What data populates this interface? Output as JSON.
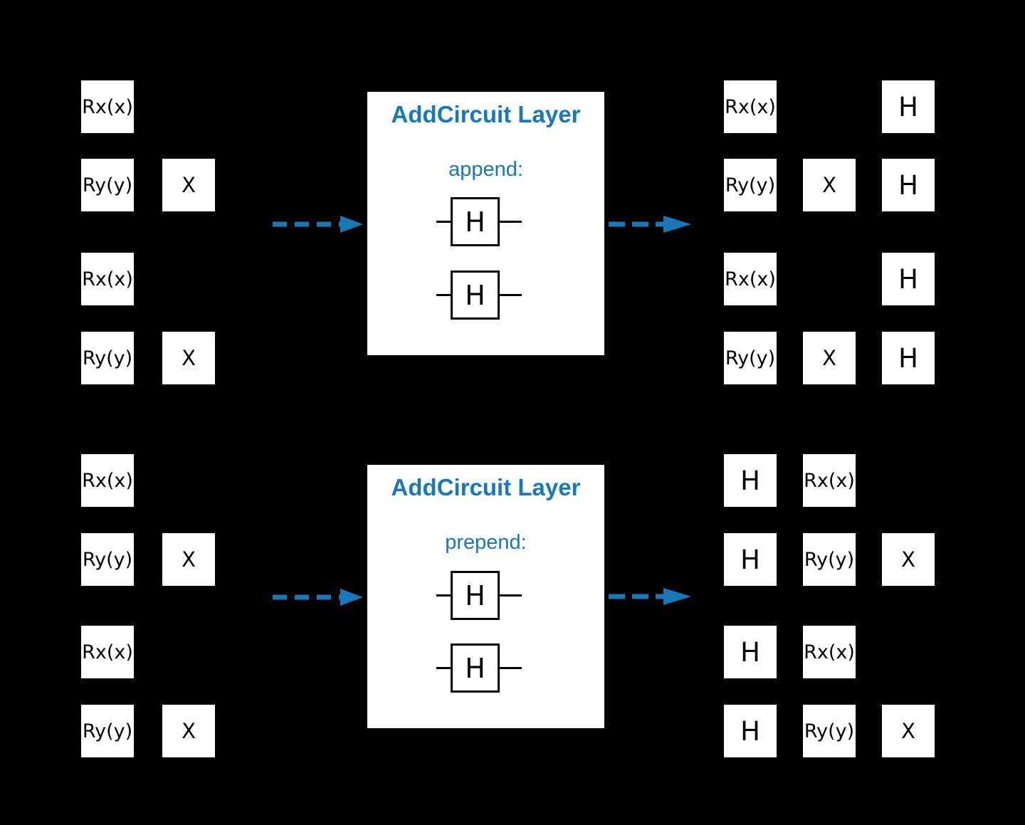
{
  "colors": {
    "background": "#000000",
    "accent": "#1878b8",
    "panel_fill": "#ffffff",
    "gate_fill": "#ffffff",
    "gate_text": "#000000",
    "wire": "#000000"
  },
  "icons": {
    "flow_arrow": "dashed-right-arrow"
  },
  "flows": [
    {
      "name": "append-flow",
      "input": {
        "rows": [
          {
            "cells": [
              {
                "label": "Rx(x)"
              }
            ]
          },
          {
            "cells": [
              {
                "label": "Ry(y)"
              },
              {
                "label": "X"
              }
            ]
          },
          {
            "cells": [
              {
                "label": "Rx(x)"
              }
            ]
          },
          {
            "cells": [
              {
                "label": "Ry(y)"
              },
              {
                "label": "X"
              }
            ]
          }
        ]
      },
      "panel": {
        "title": "AddCircuit Layer",
        "mode": "append:",
        "gates": [
          "H",
          "H"
        ]
      },
      "output": {
        "rows": [
          {
            "cells": [
              {
                "label": "Rx(x)"
              },
              {
                "label": "H"
              }
            ]
          },
          {
            "cells": [
              {
                "label": "Ry(y)"
              },
              {
                "label": "X"
              },
              {
                "label": "H"
              }
            ]
          },
          {
            "cells": [
              {
                "label": "Rx(x)"
              },
              {
                "label": "H"
              }
            ]
          },
          {
            "cells": [
              {
                "label": "Ry(y)"
              },
              {
                "label": "X"
              },
              {
                "label": "H"
              }
            ]
          }
        ]
      }
    },
    {
      "name": "prepend-flow",
      "input": {
        "rows": [
          {
            "cells": [
              {
                "label": "Rx(x)"
              }
            ]
          },
          {
            "cells": [
              {
                "label": "Ry(y)"
              },
              {
                "label": "X"
              }
            ]
          },
          {
            "cells": [
              {
                "label": "Rx(x)"
              }
            ]
          },
          {
            "cells": [
              {
                "label": "Ry(y)"
              },
              {
                "label": "X"
              }
            ]
          }
        ]
      },
      "panel": {
        "title": "AddCircuit Layer",
        "mode": "prepend:",
        "gates": [
          "H",
          "H"
        ]
      },
      "output": {
        "rows": [
          {
            "cells": [
              {
                "label": "H"
              },
              {
                "label": "Rx(x)"
              }
            ]
          },
          {
            "cells": [
              {
                "label": "H"
              },
              {
                "label": "Ry(y)"
              },
              {
                "label": "X"
              }
            ]
          },
          {
            "cells": [
              {
                "label": "H"
              },
              {
                "label": "Rx(x)"
              }
            ]
          },
          {
            "cells": [
              {
                "label": "H"
              },
              {
                "label": "Ry(y)"
              },
              {
                "label": "X"
              }
            ]
          }
        ]
      }
    }
  ]
}
